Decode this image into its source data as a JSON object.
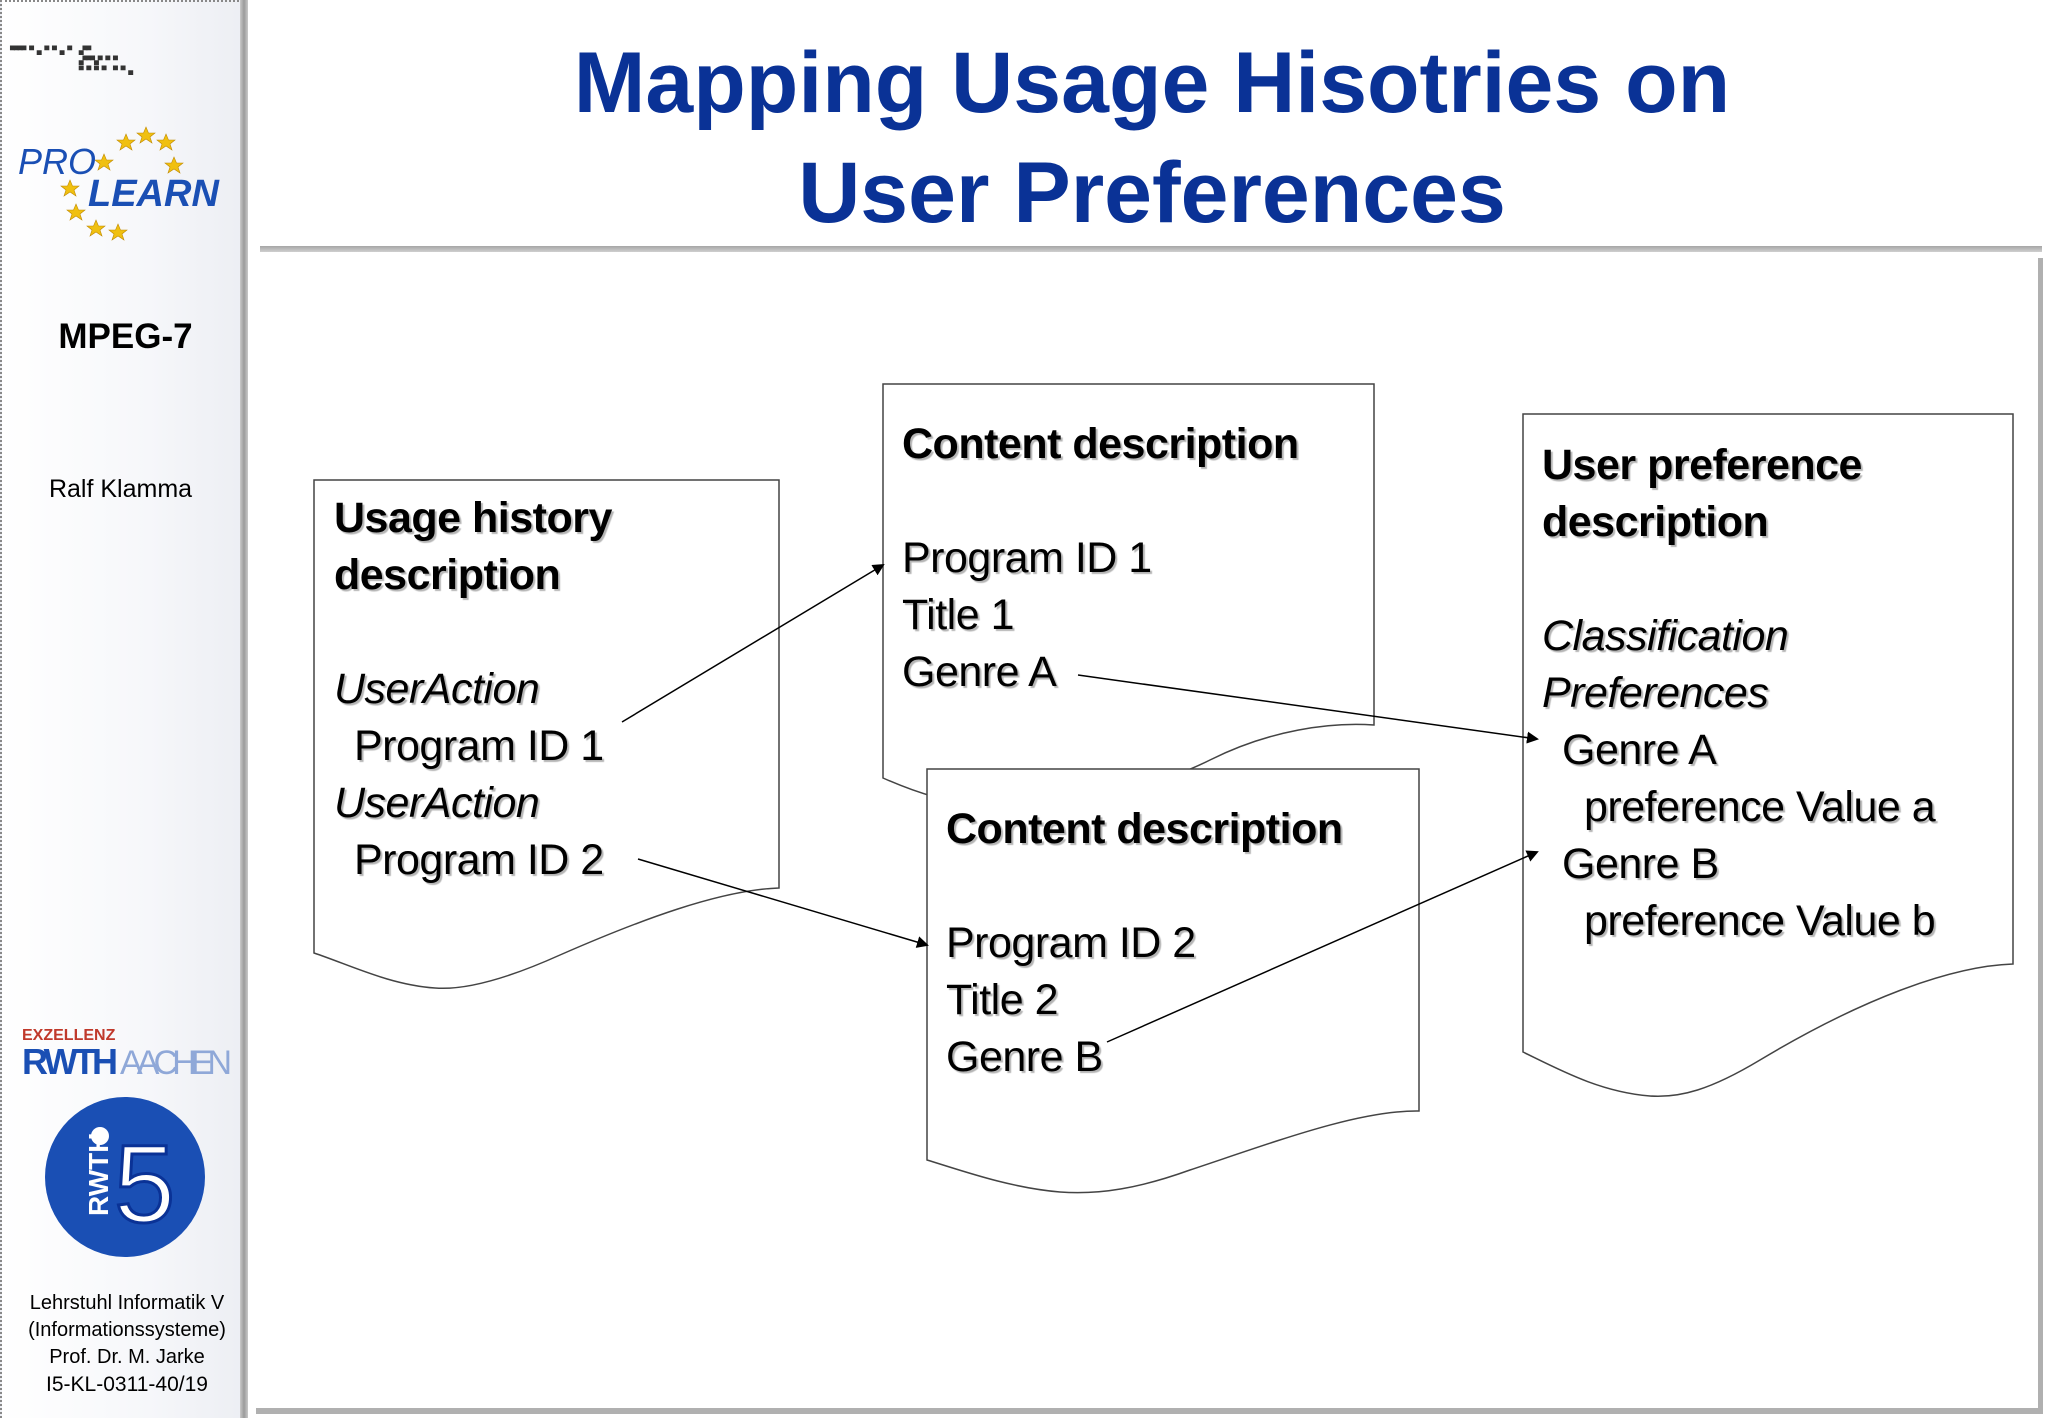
{
  "sidebar": {
    "logo_text": [
      "PRO",
      "LEARN"
    ],
    "topic": "MPEG-7",
    "author": "Ralf Klamma",
    "rwth_logo": [
      "EXZELLENZ",
      "RWTH",
      "AACHEN"
    ],
    "i5_logo": [
      "RWTH",
      "i5"
    ],
    "footer": [
      "Lehrstuhl Informatik V",
      "(Informationssysteme)",
      "Prof. Dr. M. Jarke",
      "I5-KL-0311-40/19"
    ]
  },
  "slide": {
    "title_line1": "Mapping Usage Hisotries on",
    "title_line2": "User Preferences"
  },
  "diagram": {
    "usage_history": {
      "heading_1": "Usage history",
      "heading_2": "description",
      "action_1": "UserAction",
      "program_1": "Program ID 1",
      "action_2": "UserAction",
      "program_2": "Program ID 2"
    },
    "content_1": {
      "heading": "Content description",
      "program": "Program ID 1",
      "title": "Title 1",
      "genre": "Genre A"
    },
    "content_2": {
      "heading": "Content description",
      "program": "Program ID 2",
      "title": "Title 2",
      "genre": "Genre B"
    },
    "user_pref": {
      "heading_1": "User preference",
      "heading_2": "description",
      "class_1": "Classification",
      "class_2": "Preferences",
      "genre_a": "Genre A",
      "value_a": "preference Value a",
      "genre_b": "Genre B",
      "value_b": "preference Value b"
    }
  },
  "colors": {
    "title": "#0a3296",
    "logo_blue": "#1a4fb4",
    "logo_star": "#f0c010"
  }
}
